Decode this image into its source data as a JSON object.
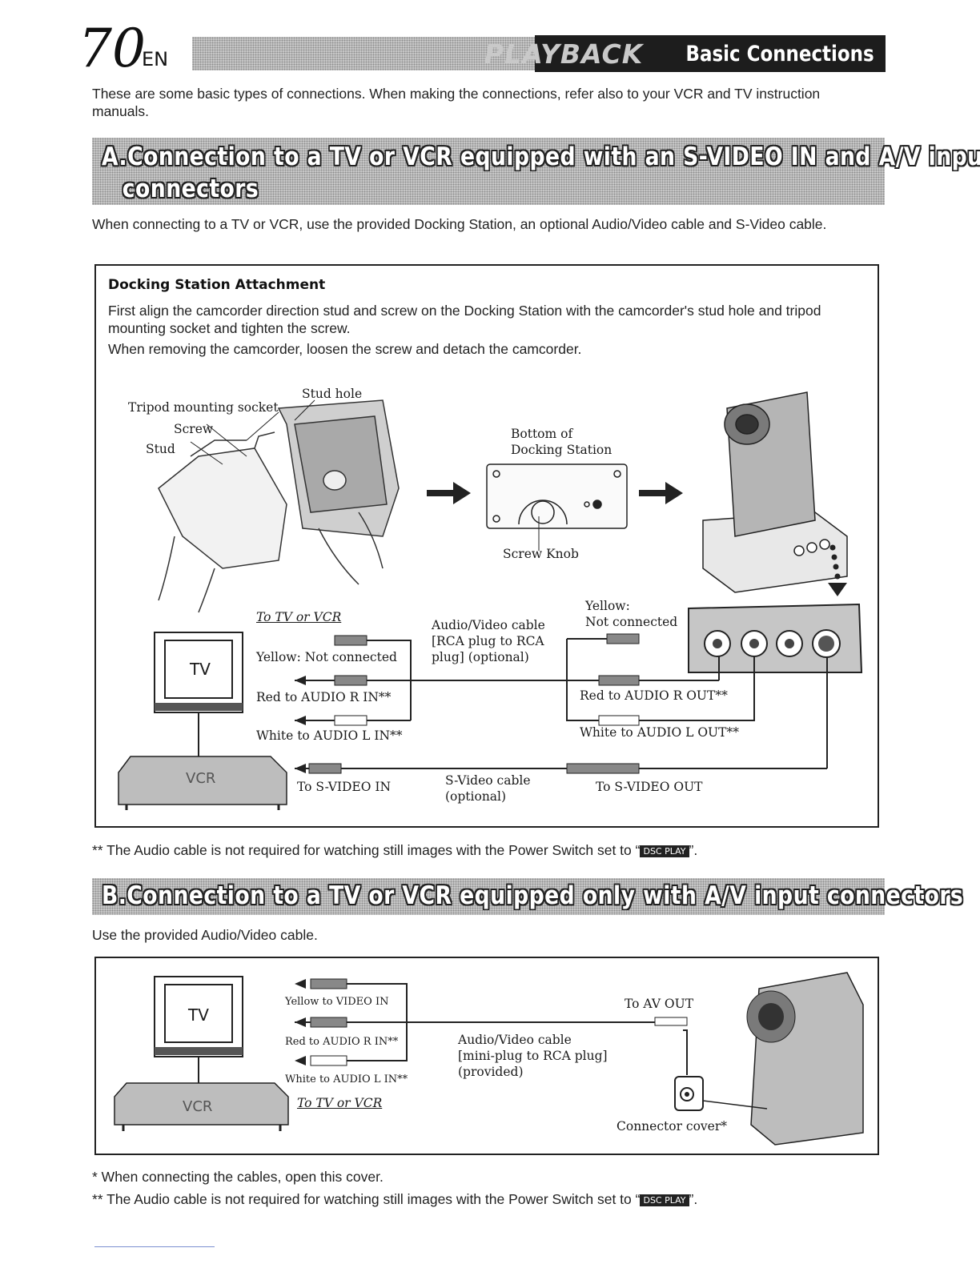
{
  "header": {
    "page_number": "70",
    "lang": "EN",
    "section": "PLAYBACK",
    "title": "Basic Connections"
  },
  "intro": "These are some basic types of connections. When making the connections, refer also to your VCR and TV instruction manuals.",
  "section_a": {
    "title_line1": "A.Connection to a TV or VCR equipped with an S-VIDEO IN and A/V input",
    "title_line2": "connectors",
    "description": "When connecting to a TV or VCR, use the provided Docking Station, an optional Audio/Video cable and S-Video cable.",
    "docking": {
      "heading": "Docking Station Attachment",
      "text1": "First align the camcorder direction stud and screw on the Docking Station with the camcorder's stud hole and tripod mounting socket and tighten the screw.",
      "text2": "When removing the camcorder, loosen the screw and detach the camcorder."
    },
    "labels": {
      "stud_hole": "Stud hole",
      "tripod": "Tripod mounting socket",
      "screw": "Screw",
      "stud": "Stud",
      "bottom_line1": "Bottom of",
      "bottom_line2": "Docking Station",
      "screw_knob": "Screw Knob",
      "to_tv_vcr": "To TV or VCR",
      "tv": "TV",
      "vcr": "VCR",
      "yellow_nc": "Yellow: Not connected",
      "red_in": "Red to AUDIO R IN**",
      "white_in": "White to AUDIO L IN**",
      "av_cable_1": "Audio/Video cable",
      "av_cable_2": "[RCA plug to RCA",
      "av_cable_3": "plug] (optional)",
      "yellow_label": "Yellow:",
      "not_connected": "Not connected",
      "red_out": "Red to AUDIO R OUT**",
      "white_out": "White to AUDIO L OUT**",
      "to_svideo_in": "To S-VIDEO IN",
      "svideo_cable_1": "S-Video cable",
      "svideo_cable_2": "(optional)",
      "to_svideo_out": "To S-VIDEO OUT"
    },
    "footnote_prefix": "** The Audio cable is not required for watching still images with the Power Switch set to “",
    "footnote_badge": "DSC PLAY",
    "footnote_suffix": "”."
  },
  "section_b": {
    "title": "B.Connection to a TV or VCR equipped only with A/V input connectors",
    "description": "Use the provided Audio/Video cable.",
    "labels": {
      "tv": "TV",
      "vcr": "VCR",
      "yellow_video": "Yellow to VIDEO IN",
      "red_in": "Red to AUDIO R IN**",
      "white_in": "White to AUDIO L IN**",
      "to_tv_vcr": "To TV or VCR",
      "to_av_out": "To AV OUT",
      "av_cable_1": "Audio/Video cable",
      "av_cable_2": "[mini-plug to RCA plug]",
      "av_cable_3": "(provided)",
      "connector_cover": "Connector cover*"
    },
    "footnote1": "*   When connecting the cables, open this cover.",
    "footnote2_prefix": "** The Audio cable is not required for watching still images with the Power Switch set to “",
    "footnote2_badge": "DSC PLAY",
    "footnote2_suffix": "”."
  }
}
